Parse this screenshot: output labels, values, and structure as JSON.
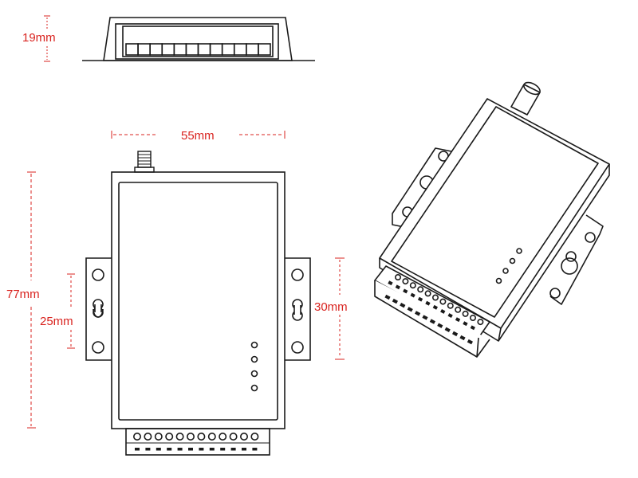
{
  "dimensions": {
    "height": "19mm",
    "width": "55mm",
    "length": "77mm",
    "mount_hole_spacing": "25mm",
    "bracket_length": "30mm"
  },
  "colors": {
    "line": "#1a1a1a",
    "dimension": "#d9231f"
  },
  "views": {
    "front": {
      "terminal_count": 12
    },
    "top": {
      "led_count": 4,
      "terminal_count": 12,
      "mount_holes_per_side": 3
    },
    "isometric": {
      "led_count": 4,
      "terminal_count": 12
    }
  }
}
